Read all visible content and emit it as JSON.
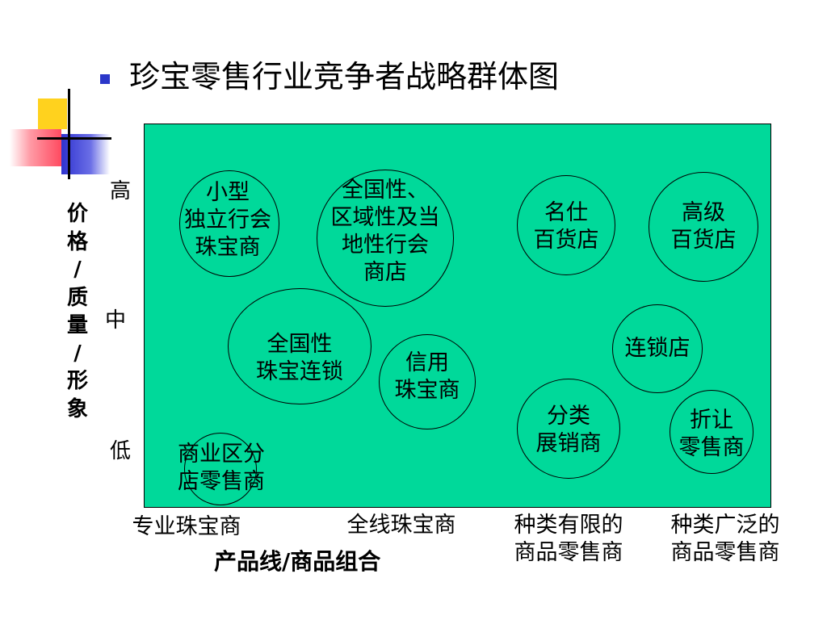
{
  "slide": {
    "title": "珍宝零售行业竞争者战略群体图"
  },
  "y_axis": {
    "label": "价\n格\n/\n质\n量\n/\n形\n象",
    "levels": [
      "高",
      "中",
      "低"
    ]
  },
  "x_axis": {
    "label": "产品线/商品组合",
    "categories": [
      "专业珠宝商",
      "全线珠宝商",
      "种类有限的\n商品零售商",
      "种类广泛的\n商品零售商"
    ]
  },
  "groups": [
    {
      "name": "小型\n独立行会\n珠宝商"
    },
    {
      "name": "全国性、\n区域性及当\n地性行会\n商店"
    },
    {
      "name": "名仕\n百货店"
    },
    {
      "name": "高级\n百货店"
    },
    {
      "name": "全国性\n珠宝连锁"
    },
    {
      "name": "信用\n珠宝商"
    },
    {
      "name": "连锁店"
    },
    {
      "name": "分类\n展销商"
    },
    {
      "name": "折让\n零售商"
    },
    {
      "name": "商业区分\n店零售商"
    }
  ],
  "colors": {
    "panel": "#00d99a",
    "bullet": "#2b37c9",
    "deco_yellow": "#ffd21e",
    "deco_blue": "#3a3fd8",
    "deco_red": "#ff5a6e"
  }
}
